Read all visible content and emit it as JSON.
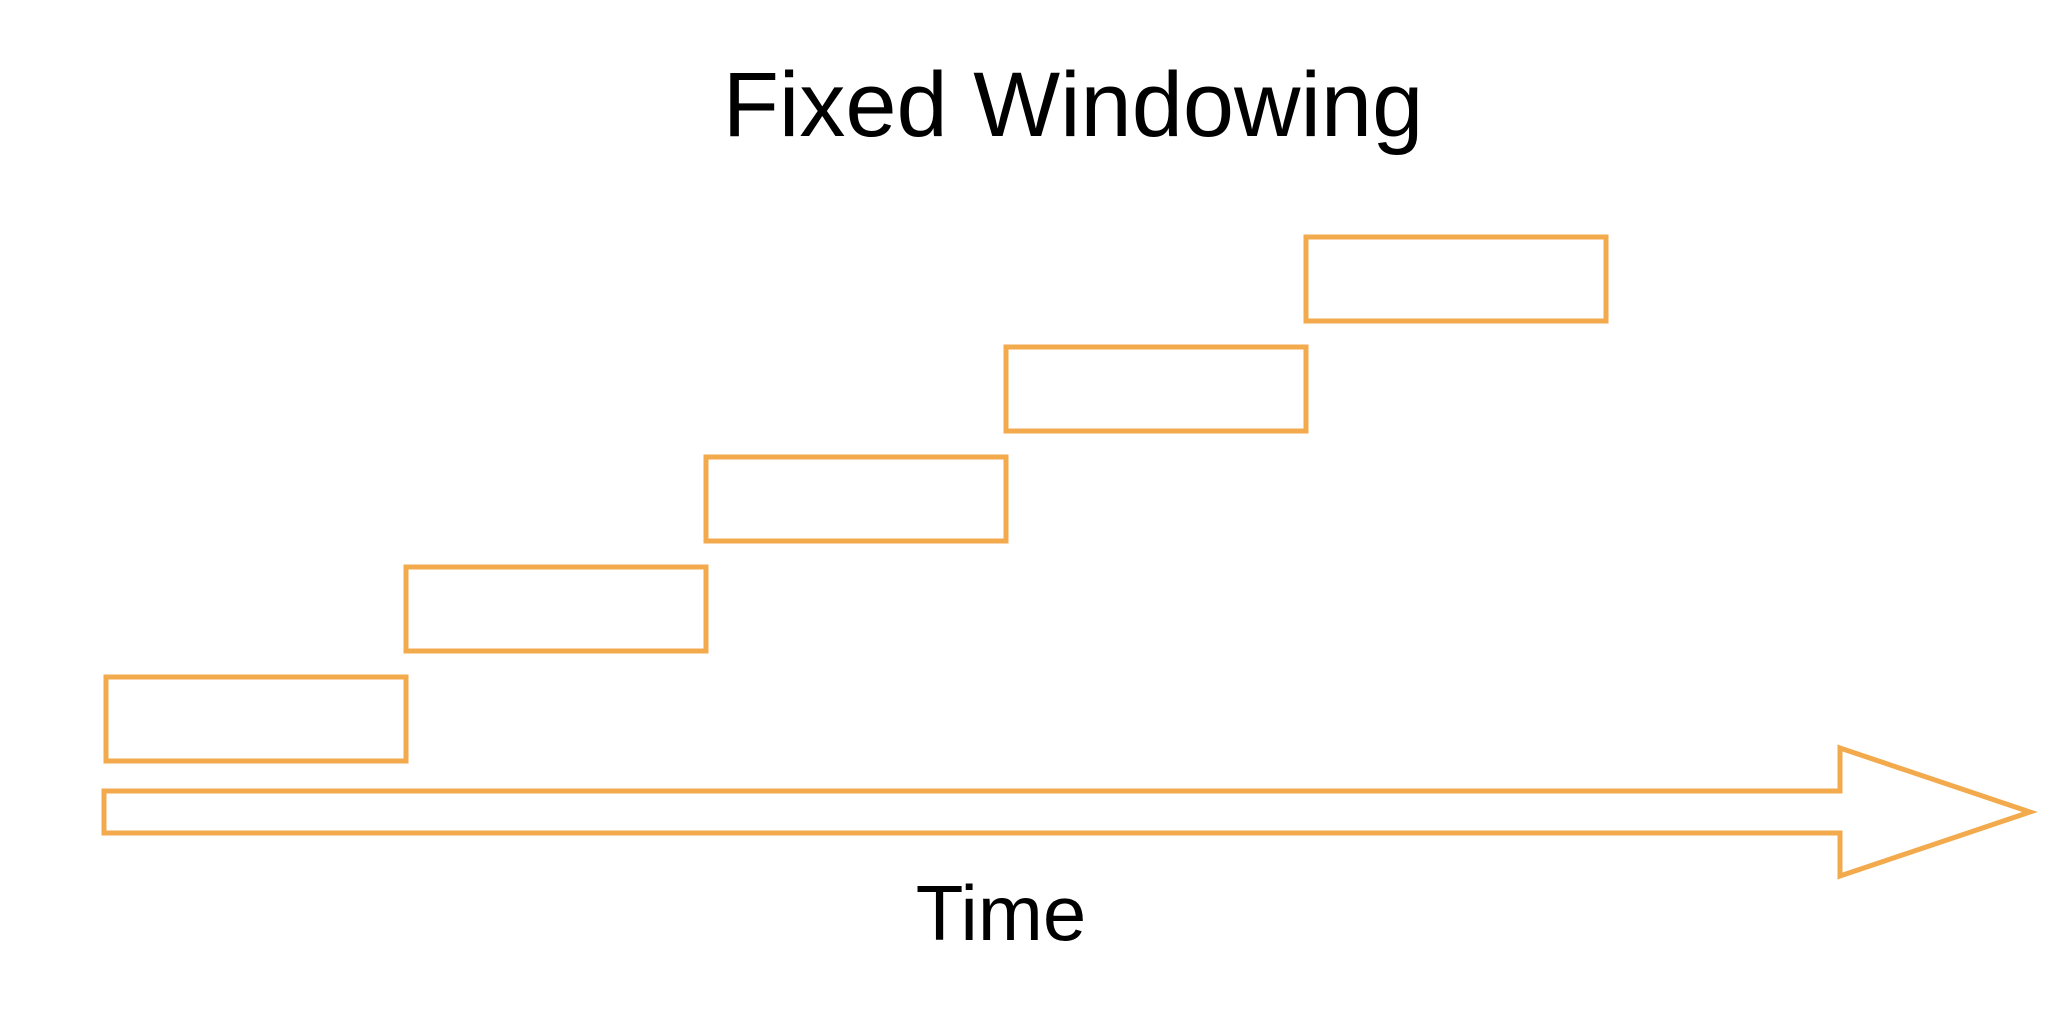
{
  "diagram": {
    "title": "Fixed Windowing",
    "axis_label": "Time",
    "accent_color": "#f2aa4c",
    "text_color": "#000000",
    "windows": [
      {
        "index": 1
      },
      {
        "index": 2
      },
      {
        "index": 3
      },
      {
        "index": 4
      },
      {
        "index": 5
      }
    ]
  }
}
